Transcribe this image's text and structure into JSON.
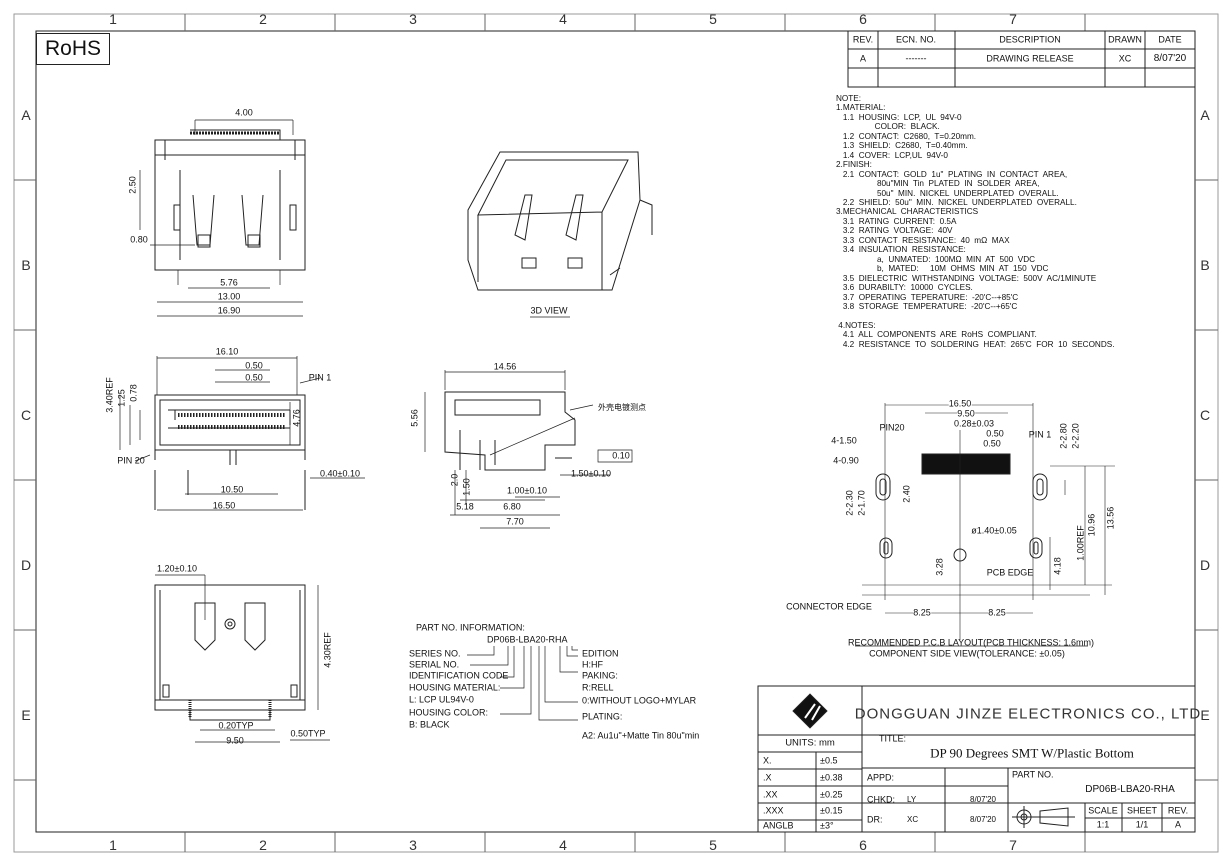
{
  "frame": {
    "columns": [
      "1",
      "2",
      "3",
      "4",
      "5",
      "6",
      "7"
    ],
    "rows": [
      "A",
      "B",
      "C",
      "D",
      "E"
    ],
    "rohs": "RoHS"
  },
  "revision_table": {
    "headers": [
      "REV.",
      "ECN. NO.",
      "DESCRIPTION",
      "DRAWN",
      "DATE"
    ],
    "rows": [
      [
        "A",
        "-------",
        "DRAWING RELEASE",
        "XC",
        "8/07'20"
      ]
    ]
  },
  "notes": "NOTE:\n1.MATERIAL:\n   1.1  HOUSING:  LCP,  UL  94V-0\n                 COLOR:  BLACK.\n   1.2  CONTACT:  C2680,  T=0.20mm.\n   1.3  SHIELD:  C2680,  T=0.40mm.\n   1.4  COVER:  LCP,UL  94V-0\n2.FINISH:\n   2.1  CONTACT:  GOLD  1u\"  PLATING  IN  CONTACT  AREA,\n                  80u\"MIN  Tin  PLATED  IN  SOLDER  AREA,\n                  50u\"  MIN.  NICKEL  UNDERPLATED  OVERALL.\n   2.2  SHIELD:  50u\"  MIN.  NICKEL  UNDERPLATED  OVERALL.\n3.MECHANICAL  CHARACTERISTICS\n   3.1  RATING  CURRENT:  0.5A\n   3.2  RATING  VOLTAGE:  40V\n   3.3  CONTACT  RESISTANCE:  40  mΩ  MAX\n   3.4  INSULATION  RESISTANCE:\n                  a,  UNMATED:  100MΩ  MIN  AT  500  VDC\n                  b,  MATED:     10M  OHMS  MIN  AT  150  VDC\n   3.5  DIELECTRIC  WITHSTANDING  VOLTAGE:  500V  AC/1MINUTE\n   3.6  DURABILTY:  10000  CYCLES.\n   3.7  OPERATING  TEPERATURE:  -20'C--+85'C\n   3.8  STORAGE  TEMPERATURE:  -20'C--+65'C\n\n 4.NOTES:\n   4.1  ALL  COMPONENTS  ARE  RoHS  COMPLIANT.\n   4.2  RESISTANCE  TO  SOLDERING  HEAT:  265'C  FOR  10  SECONDS.",
  "top_view": {
    "dims": [
      "4.00",
      "2.50",
      "0.80",
      "5.76",
      "13.00",
      "16.90"
    ]
  },
  "iso_view": {
    "label": "3D VIEW"
  },
  "front_view": {
    "dims": [
      "16.10",
      "0.50",
      "0.50",
      "PIN 1",
      "3.40REF",
      "1.25",
      "0.78",
      "4.76",
      "PIN 20",
      "0.40±0.10",
      "10.50",
      "16.50"
    ]
  },
  "side_view": {
    "dims": [
      "14.56",
      "5.56",
      "外壳电镀测点",
      "0.10",
      "1.50±0.10",
      "1.00±0.10",
      "2.0",
      "1.50",
      "5.18",
      "6.80",
      "7.70"
    ]
  },
  "bottom_view": {
    "dims": [
      "1.20±0.10",
      "4.30REF",
      "0.20TYP",
      "9.50",
      "0.50TYP"
    ]
  },
  "part_info": {
    "heading": "PART NO. INFORMATION:",
    "code": "DP06B-LBA20-RHA",
    "left": [
      "SERIES NO.",
      "SERIAL NO.",
      "IDENTIFICATION CODE",
      "HOUSING MATERIAL:",
      "L: LCP UL94V-0",
      "HOUSING COLOR:",
      "B: BLACK"
    ],
    "right": [
      "EDITION",
      "H:HF",
      "PAKING:",
      "R:RELL",
      "0:WITHOUT LOGO+MYLAR",
      "PLATING:",
      "A2: Au1u\"+Matte Tin 80u\"min"
    ]
  },
  "pcb_layout": {
    "dims": [
      "16.50",
      "9.50",
      "0.28±0.03",
      "0.50",
      "0.50",
      "PIN20",
      "PIN 1",
      "4-1.50",
      "4-0.90",
      "2.40",
      "2-2.80",
      "2-2.20",
      "2-2.30",
      "2-1.70",
      "ø1.40±0.05",
      "3.28",
      "PCB EDGE",
      "4.18",
      "1.00REF",
      "10.96",
      "13.56",
      "CONNECTOR EDGE",
      "8.25",
      "8.25"
    ],
    "caption": "RECOMMENDED P.C.B LAYOUT(PCB THICKNESS: 1.6mm)",
    "subcaption": "COMPONENT SIDE VIEW(TOLERANCE: ±0.05)"
  },
  "title_block": {
    "company": "DONGGUAN JINZE ELECTRONICS CO., LTD",
    "units": "UNITS: mm",
    "title_label": "TITLE:",
    "title": "DP 90 Degrees SMT W/Plastic Bottom",
    "tolerances": [
      [
        "X.",
        "±0.5"
      ],
      [
        ".X",
        "±0.38"
      ],
      [
        ".XX",
        "±0.25"
      ],
      [
        ".XXX",
        "±0.15"
      ],
      [
        "ANGLB",
        "±3°"
      ]
    ],
    "appd": "APPD:",
    "chkd": "CHKD:",
    "chkd_by": "LY",
    "chkd_date": "8/07'20",
    "dr": "DR:",
    "dr_by": "XC",
    "dr_date": "8/07'20",
    "part_no_label": "PART NO.",
    "part_no": "DP06B-LBA20-RHA",
    "scale_label": "SCALE",
    "scale": "1:1",
    "sheet_label": "SHEET",
    "sheet": "1/1",
    "rev_label": "REV.",
    "rev": "A"
  }
}
